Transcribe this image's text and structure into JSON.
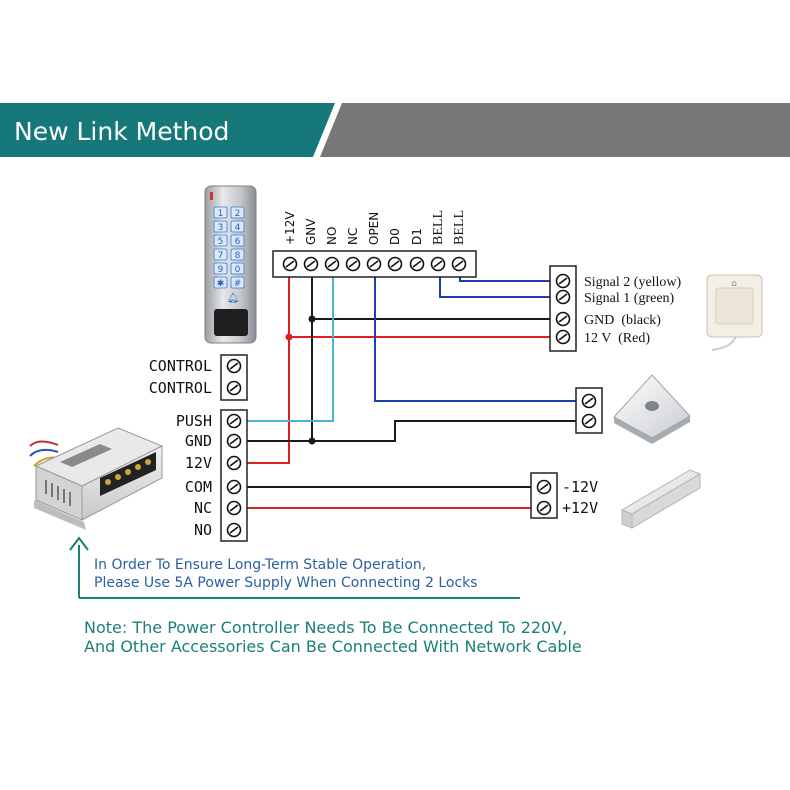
{
  "header": {
    "title": "New Link Method",
    "teal_color": "#17787a",
    "gray_color": "#777777"
  },
  "reader": {
    "keys": [
      "1",
      "2",
      "3",
      "4",
      "5",
      "6",
      "7",
      "8",
      "9",
      "0",
      "✱",
      "#"
    ]
  },
  "top_terminals": [
    "+12V",
    "GNV",
    "NO",
    "NC",
    "OPEN",
    "D0",
    "D1",
    "BELL",
    "BELL"
  ],
  "controller_terminals": {
    "control": [
      "CONTROL",
      "CONTROL"
    ],
    "main": [
      "PUSH",
      "GND",
      "12V",
      "COM",
      "NC",
      "NO"
    ]
  },
  "doorbell_terminals": [
    "Signal 2 (yellow)",
    "Signal 1 (green)",
    "GND  (black)",
    "12 V  (Red)"
  ],
  "lock_terminals": [
    "-12V",
    "+12V"
  ],
  "notes": {
    "power_line1": "In Order To Ensure Long-Term Stable Operation,",
    "power_line2": "Please Use 5A Power Supply When Connecting 2 Locks",
    "main_line1": "Note: The Power Controller Needs To Be Connected To 220V,",
    "main_line2": "And Other Accessories Can Be Connected With  Network Cable"
  },
  "colors": {
    "wire_red": "#e02020",
    "wire_blue": "#1c3fa8",
    "wire_lightblue": "#4ab0d8",
    "wire_black": "#1a1a1a",
    "note_blue": "#2a5fa0",
    "note_teal": "#1a8078"
  }
}
